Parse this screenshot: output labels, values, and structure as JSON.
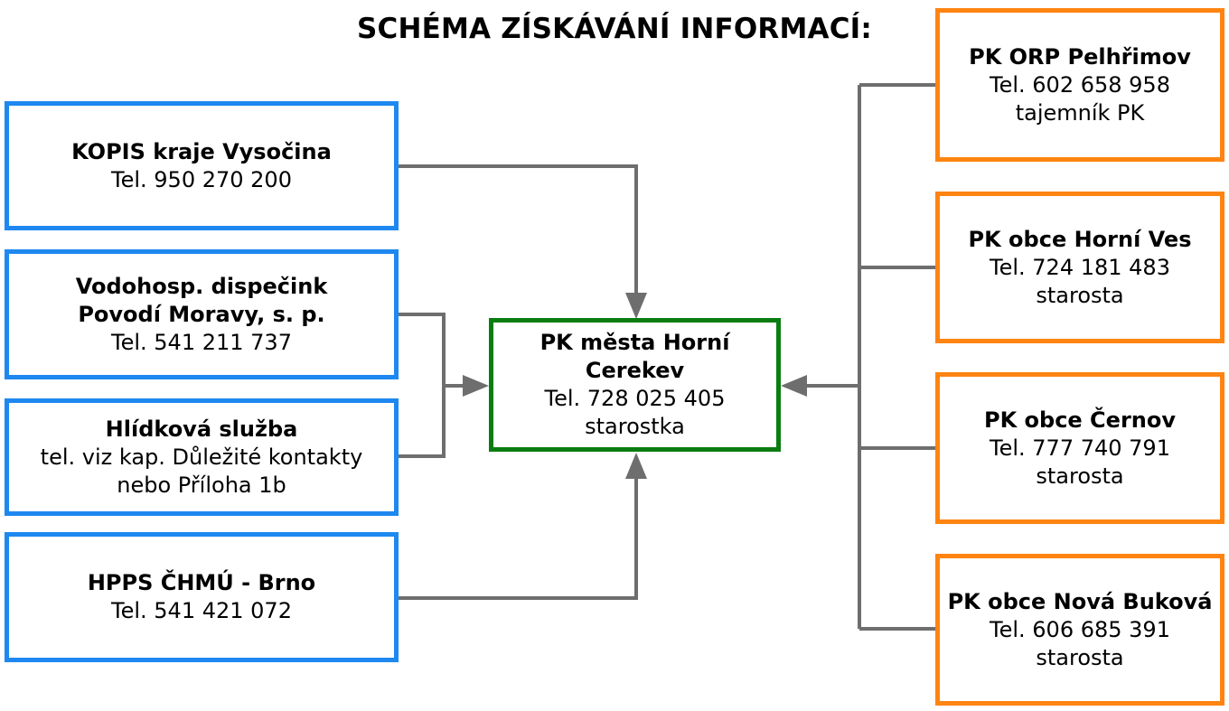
{
  "title": "SCHÉMA ZÍSKÁVÁNÍ INFORMACÍ:",
  "colors": {
    "left_border": "#1e88f0",
    "right_border": "#ff8412",
    "center_border": "#0a7d10",
    "connector": "#6e6e6e"
  },
  "left_nodes": [
    {
      "lines": [
        "KOPIS kraje Vysočina",
        "Tel. 950 270 200"
      ]
    },
    {
      "lines": [
        "Vodohosp. dispečink",
        "Povodí Moravy, s. p.",
        "Tel. 541 211 737"
      ]
    },
    {
      "lines": [
        "Hlídková služba",
        "tel. viz kap. Důležité kontakty",
        "nebo Příloha 1b"
      ]
    },
    {
      "lines": [
        "HPPS ČHMÚ - Brno",
        "Tel. 541 421 072"
      ]
    }
  ],
  "center_node": {
    "lines": [
      "PK města Horní Cerekev",
      "Tel. 728 025 405",
      "starostka"
    ]
  },
  "right_nodes": [
    {
      "lines": [
        "PK ORP Pelhřimov",
        "Tel. 602 658 958",
        "tajemník PK"
      ]
    },
    {
      "lines": [
        "PK obce Horní Ves",
        "Tel. 724 181 483",
        "starosta"
      ]
    },
    {
      "lines": [
        "PK obce Černov",
        "Tel. 777 740 791",
        "starosta"
      ]
    },
    {
      "lines": [
        "PK obce Nová Buková",
        "Tel. 606 685 391",
        "starosta"
      ]
    }
  ]
}
